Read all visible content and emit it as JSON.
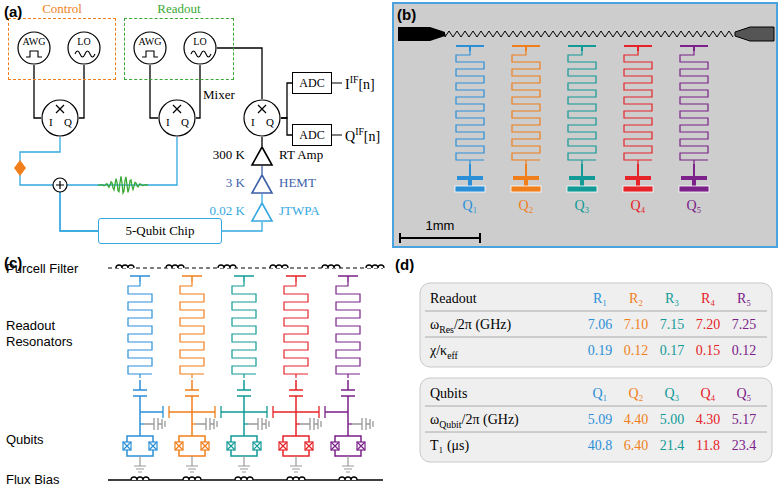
{
  "diagram": {
    "nodes": [
      {
        "text": [
          "Control"
        ]
      },
      {
        "text": [
          "AWG"
        ],
        "in": 0
      },
      {
        "text": [
          "LO"
        ],
        "in": 0
      },
      {
        "text": [
          "Readout"
        ]
      },
      {
        "text": [
          "AWG"
        ],
        "in": 3
      },
      {
        "text": [
          "LO"
        ],
        "in": 3
      },
      {
        "text": [
          "I",
          "Q"
        ]
      },
      {
        "text": [
          "I",
          "Q"
        ]
      },
      {
        "text": [
          "Mixer",
          "I",
          "Q"
        ]
      },
      {
        "text": [
          "ADC"
        ]
      },
      {
        "text": [
          "ADC"
        ]
      },
      {
        "text": [
          "300 K",
          "RT Amp"
        ]
      },
      {
        "text": [
          "3 K",
          "HEMT"
        ]
      },
      {
        "text": [
          "0.02 K",
          "JTWPA"
        ]
      },
      {
        "text": [
          "5-Qubit Chip"
        ]
      }
    ],
    "edges": [
      {
        "from": 1,
        "to": 6,
        "arrow": "none"
      },
      {
        "from": 2,
        "to": 6,
        "arrow": "none"
      },
      {
        "from": 4,
        "to": 7,
        "arrow": "none"
      },
      {
        "from": 5,
        "to": 7,
        "arrow": "none"
      },
      {
        "from": 5,
        "to": 8,
        "arrow": "none"
      },
      {
        "from": 6,
        "to": 14,
        "arrow": "none"
      },
      {
        "from": 7,
        "to": 14,
        "arrow": "none"
      },
      {
        "from": 14,
        "to": 13,
        "arrow": "none"
      },
      {
        "from": 13,
        "to": 12,
        "arrow": "none"
      },
      {
        "from": 12,
        "to": 11,
        "arrow": "none"
      },
      {
        "from": 11,
        "to": 8,
        "arrow": "none"
      },
      {
        "from": 8,
        "to": 9,
        "arrow": "none"
      },
      {
        "from": 8,
        "to": 10,
        "arrow": "none"
      }
    ],
    "labels": [
      "(a)",
      "(b)",
      "(c)",
      "(d)",
      "I",
      "IF",
      "[n]",
      "Q",
      "IF",
      "[n]",
      "1mm",
      "Q₁",
      "Q₂",
      "Q₃",
      "Q₄",
      "Q₅",
      "Purcell Filter",
      "Readout Resonators",
      "Qubits",
      "Flux Bias",
      "Readout",
      "R₁",
      "R₂",
      "R₃",
      "R₄",
      "R₅",
      "ω",
      "Res",
      "/2π (GHz)",
      "7.06",
      "7.10",
      "7.15",
      "7.20",
      "7.25",
      "χ/κ",
      "eff",
      "0.19",
      "0.12",
      "0.17",
      "0.15",
      "0.12",
      "Qubits",
      "Q₁",
      "Q₂",
      "Q₃",
      "Q₄",
      "Q₅",
      "ω",
      "Qubit",
      "/2π (GHz)",
      "5.09",
      "4.40",
      "5.00",
      "4.30",
      "5.17",
      "T₁ (μs)",
      "40.8",
      "6.40",
      "21.4",
      "11.8",
      "23.4"
    ]
  }
}
